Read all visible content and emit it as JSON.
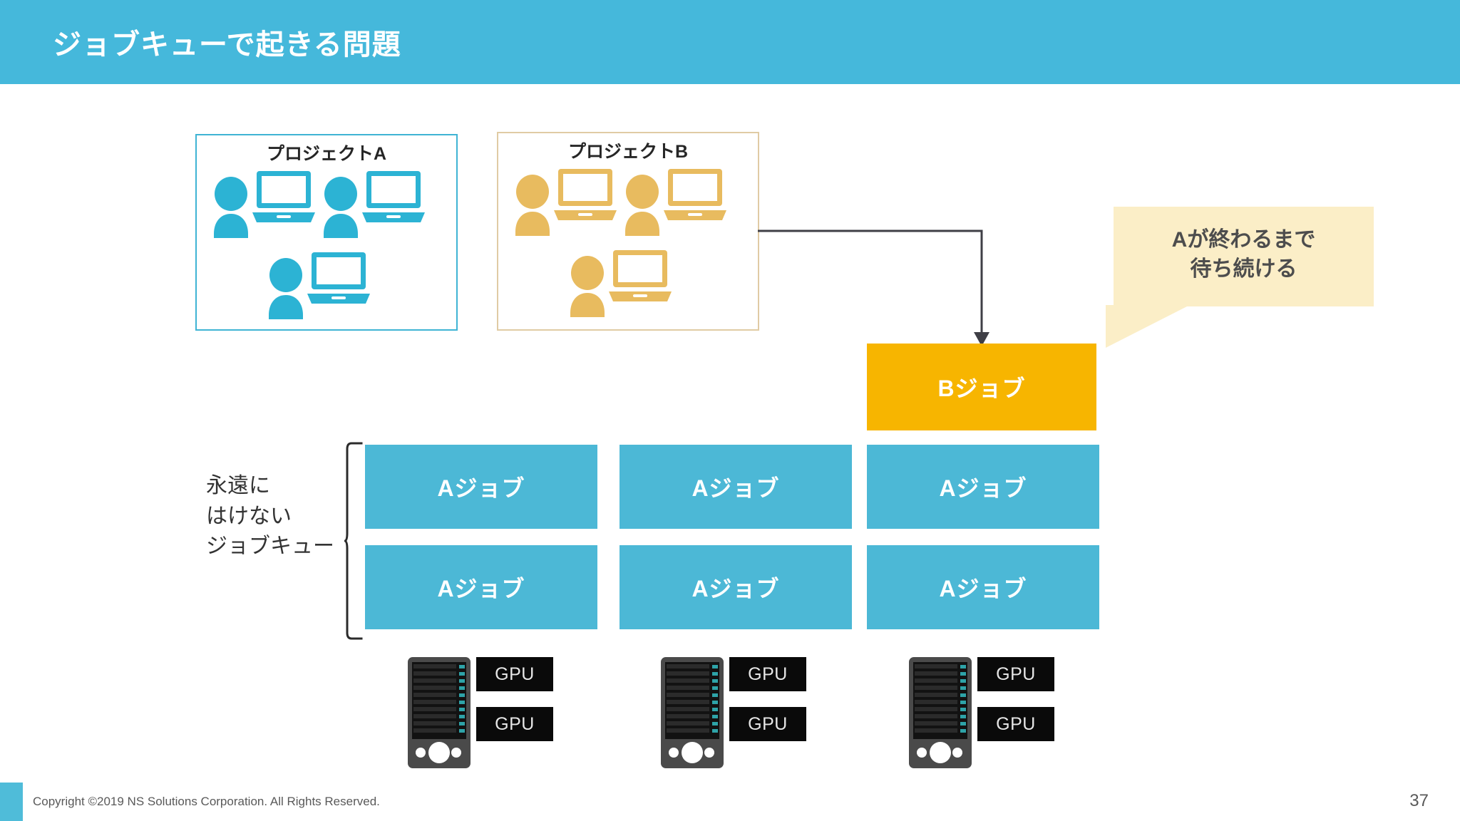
{
  "slide": {
    "title": "ジョブキューで起きる問題",
    "page_number": "37",
    "colors": {
      "header_band": "#45b8db",
      "project_a_accent": "#3fb4d4",
      "project_b_accent": "#e0cba4",
      "a_job_fill": "#4cb8d6",
      "b_job_fill": "#f7b500",
      "callout_fill": "#fbeec7",
      "callout_text": "#4d4d4d",
      "connector": "#3f3f46"
    }
  },
  "projects": [
    {
      "id": "project-a",
      "label": "プロジェクトA",
      "accent": "#2cb3d4",
      "member_count": 3
    },
    {
      "id": "project-b",
      "label": "プロジェクトB",
      "accent": "#e8bb5f",
      "member_count": 3
    }
  ],
  "callout": {
    "line1": "Aが終わるまで",
    "line2": "待ち続ける"
  },
  "queue": {
    "label_line1": "永遠に",
    "label_line2": "はけない",
    "label_line3": "ジョブキュー"
  },
  "jobs": {
    "b_job_label": "Bジョブ",
    "a_job_label": "Aジョブ",
    "a_job_rows": [
      [
        "Aジョブ",
        "Aジョブ",
        "Aジョブ"
      ],
      [
        "Aジョブ",
        "Aジョブ",
        "Aジョブ"
      ]
    ]
  },
  "servers": [
    {
      "id": "server-1",
      "gpus": [
        "GPU",
        "GPU"
      ]
    },
    {
      "id": "server-2",
      "gpus": [
        "GPU",
        "GPU"
      ]
    },
    {
      "id": "server-3",
      "gpus": [
        "GPU",
        "GPU"
      ]
    }
  ],
  "footer": {
    "copyright": "Copyright ©2019 NS Solutions Corporation. All Rights Reserved."
  }
}
